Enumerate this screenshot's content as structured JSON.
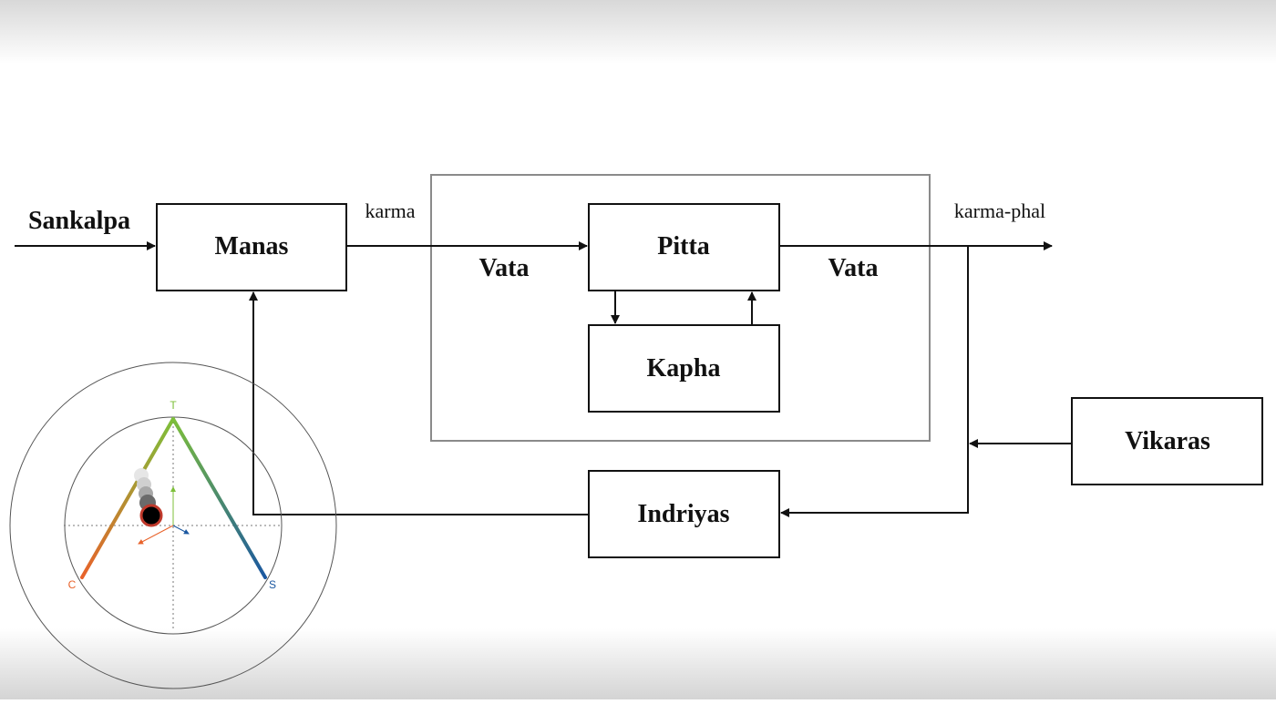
{
  "diagram": {
    "input_label": "Sankalpa",
    "karma_label": "karma",
    "output_label": "karma-phal",
    "vata_left": "Vata",
    "vata_right": "Vata",
    "boxes": {
      "manas": "Manas",
      "pitta": "Pitta",
      "kapha": "Kapha",
      "indriyas": "Indriyas",
      "vikaras": "Vikaras"
    }
  },
  "triangle_widget": {
    "vertices": {
      "top": "T",
      "left": "C",
      "right": "S"
    },
    "colors": {
      "top": "#7dbf3a",
      "left": "#e8622a",
      "right": "#1a57a0"
    }
  }
}
